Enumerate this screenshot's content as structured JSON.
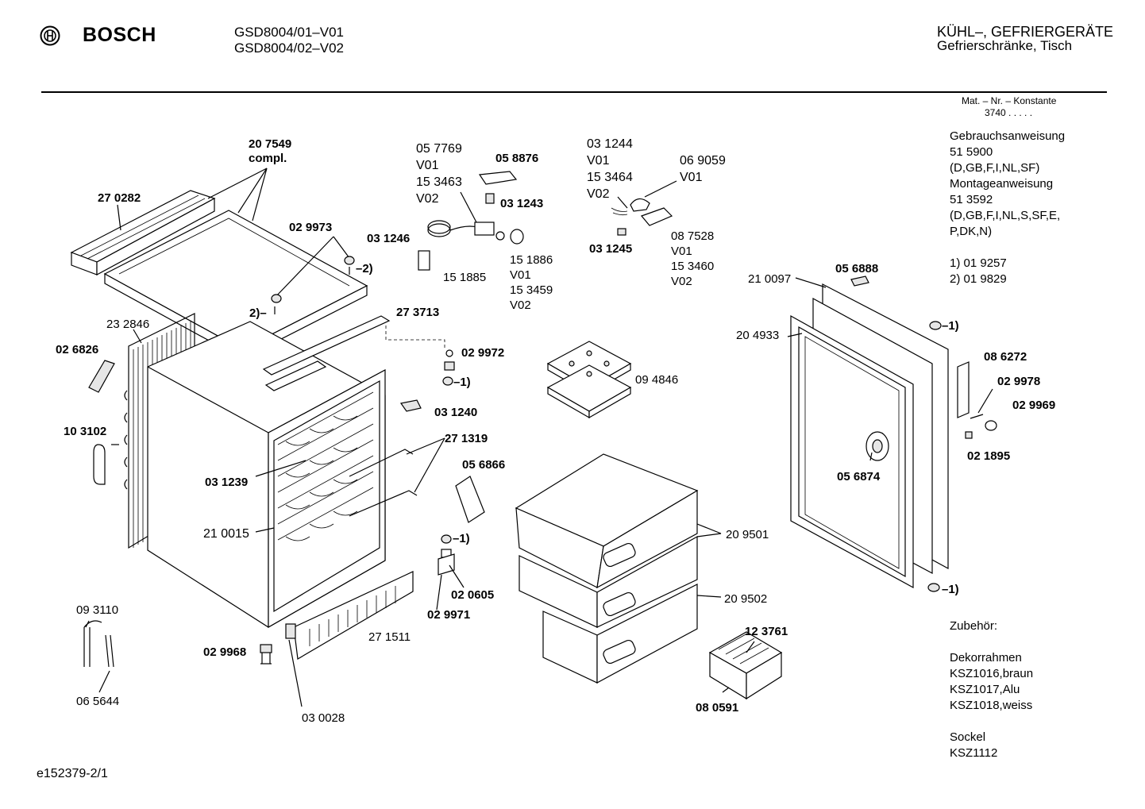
{
  "header": {
    "brand": "BOSCH",
    "model_1": "GSD8004/01–V01",
    "model_2": "GSD8004/02–V02",
    "category": "KÜHL–, GEFRIERGERÄTE",
    "subcategory": "Gefrierschränke, Tisch"
  },
  "sidebar": {
    "mat_nr": "Mat. – Nr. – Konstante",
    "mat_value": "3740  .  .  .  .  .",
    "lines": [
      "Gebrauchsanweisung",
      "51 5900",
      "(D,GB,F,I,NL,SF)",
      "Montageanweisung",
      "51 3592",
      "(D,GB,F,I,NL,S,SF,E,",
      "P,DK,N)"
    ],
    "notes": [
      "1)  01 9257",
      "2)  01 9829"
    ],
    "zubehoer": "Zubehör:",
    "accessories": [
      "Dekorrahmen",
      "KSZ1016,braun",
      "KSZ1017,Alu",
      "KSZ1018,weiss"
    ],
    "sockel": [
      "Sockel",
      "KSZ1112"
    ]
  },
  "footer": {
    "code": "e152379-2/1"
  },
  "parts": {
    "p207549": "20 7549",
    "compl": "compl.",
    "p270282": "27 0282",
    "p029973": "02 9973",
    "note2a": "–2)",
    "note2b": "2)–",
    "p232846": "23 2846",
    "p026826": "02 6826",
    "p103102": "10 3102",
    "p031239": "03 1239",
    "p210015": "21 0015",
    "p093110": "09 3110",
    "p065644": "06 5644",
    "p029968": "02 9968",
    "p030028": "03 0028",
    "p271511": "27 1511",
    "p057769": "05 7769",
    "v01a": "V01",
    "p153463": "15 3463",
    "v02a": "V02",
    "p058876": "05 8876",
    "p031243": "03 1243",
    "p031246": "03 1246",
    "p151885": "15 1885",
    "p151886": "15 1886",
    "v01b": "V01",
    "p153459": "15 3459",
    "v02b": "V02",
    "p273713": "27 3713",
    "p029972": "02 9972",
    "note1a": "–1)",
    "p031240": "03 1240",
    "p271319": "27 1319",
    "p056866": "05 6866",
    "note1b": "–1)",
    "p020605": "02 0605",
    "p029971": "02 9971",
    "p031244": "03 1244",
    "v01c": "V01",
    "p153464": "15 3464",
    "v02c": "V02",
    "p069059": "06 9059",
    "v01d": "V01",
    "p031245": "03 1245",
    "p087528": "08 7528",
    "v01e": "V01",
    "p153460": "15 3460",
    "v02e": "V02",
    "p094846": "09 4846",
    "p209501": "20 9501",
    "p209502": "20 9502",
    "p123761": "12 3761",
    "p080591": "08 0591",
    "p210097": "21 0097",
    "p056888": "05 6888",
    "p204933": "20 4933",
    "note1c": "–1)",
    "p086272": "08 6272",
    "p029978": "02 9978",
    "p029969": "02 9969",
    "p021895": "02 1895",
    "p056874": "05 6874",
    "note1d": "–1)"
  }
}
